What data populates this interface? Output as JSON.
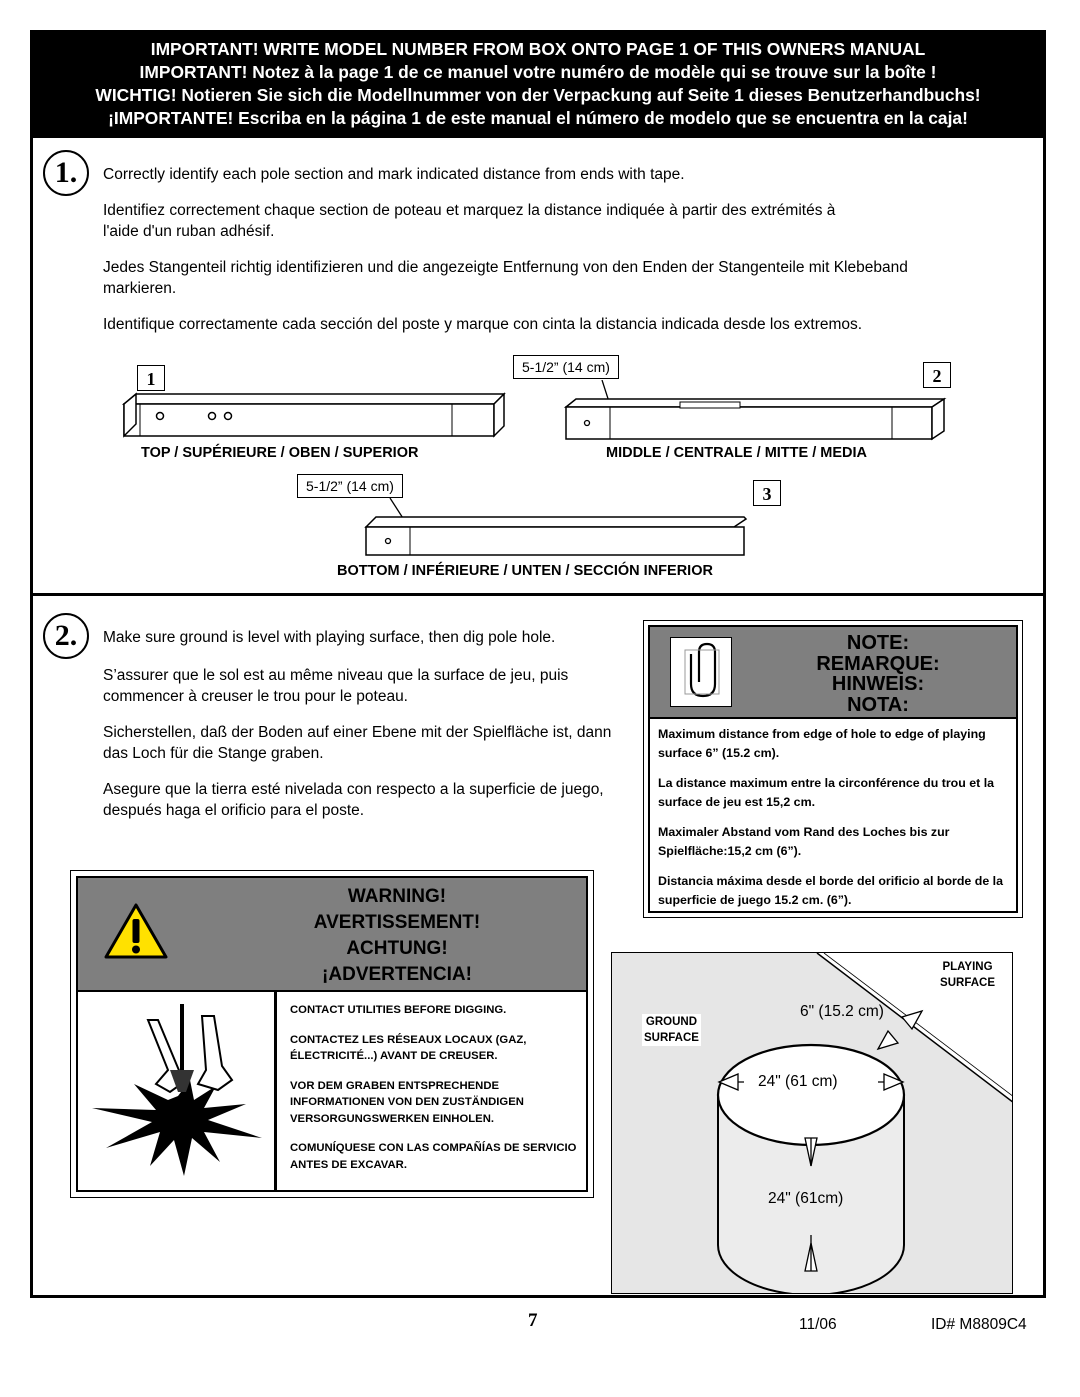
{
  "banner": {
    "lines": [
      "IMPORTANT! WRITE MODEL NUMBER FROM BOX ONTO PAGE 1 OF THIS OWNERS MANUAL",
      "IMPORTANT! Notez à la page 1 de ce manuel votre numéro de modèle qui se trouve sur la boîte !",
      "WICHTIG! Notieren Sie sich die Modellnummer von der Verpackung auf Seite 1 dieses Benutzerhandbuchs!",
      "¡IMPORTANTE! Escriba en la página 1 de este manual el número de modelo que se encuentra en la caja!"
    ]
  },
  "step1": {
    "number": "1.",
    "paragraphs": [
      "Correctly identify each pole section and mark indicated distance from ends with tape.",
      "Identifiez correctement chaque section de poteau et marquez la distance indiquée à partir des extrémités à l'aide d'un ruban adhésif.",
      "Jedes Stangenteil richtig identifizieren und die angezeigte Entfernung von den Enden der Stangenteile mit Klebeband markieren.",
      "Identifique correctamente cada sección del poste y marque con cinta la distancia indicada desde los extremos."
    ],
    "measure_label": "5-1/2” (14 cm)",
    "poles": [
      {
        "number": "1",
        "caption": "TOP / SUPÉRIEURE / OBEN / SUPERIOR"
      },
      {
        "number": "2",
        "caption": "MIDDLE / CENTRALE / MITTE / MEDIA"
      },
      {
        "number": "3",
        "caption": "BOTTOM / INFÉRIEURE / UNTEN / SECCIÓN INFERIOR"
      }
    ]
  },
  "step2": {
    "number": "2.",
    "paragraphs": [
      "Make sure ground is level with playing surface, then dig pole hole.",
      "S’assurer que le sol est au même niveau que la surface de jeu, puis commencer à creuser le trou pour le poteau.",
      "Sicherstellen, daß der Boden auf einer Ebene mit der Spielfläche ist, dann das Loch für die Stange graben.",
      "Asegure que la tierra esté nivelada con respecto a la superficie de juego, después haga el orificio para el poste."
    ]
  },
  "warning": {
    "titles": [
      "WARNING!",
      "AVERTISSEMENT!",
      "ACHTUNG!",
      "¡ADVERTENCIA!"
    ],
    "items": [
      "CONTACT UTILITIES BEFORE DIGGING.",
      "CONTACTEZ LES RÉSEAUX LOCAUX (GAZ, ÉLECTRICITÉ...) AVANT DE CREUSER.",
      "VOR DEM GRABEN ENTSPRECHENDE INFORMATIONEN VON DEN ZUSTÄNDIGEN VERSORGUNGSWERKEN EINHOLEN.",
      "COMUNÍQUESE CON LAS COMPAÑÍAS DE SERVICIO ANTES DE EXCAVAR."
    ]
  },
  "note": {
    "titles": [
      "NOTE:",
      "REMARQUE:",
      "HINWEIS:",
      "NOTA:"
    ],
    "items": [
      "Maximum distance from edge of hole to edge of playing surface 6” (15.2 cm).",
      "La distance maximum entre la circonférence du trou et la surface de jeu est 15,2 cm.",
      "Maximaler Abstand vom Rand des Loches bis zur Spielfläche:15,2 cm (6”).",
      "Distancia máxima desde el borde del orificio al borde de la superficie de juego 15.2 cm. (6”)."
    ]
  },
  "hole_diagram": {
    "playing_surface": [
      "PLAYING",
      "SURFACE"
    ],
    "ground_surface": [
      "GROUND",
      "SURFACE"
    ],
    "distance": "6\" (15.2 cm)",
    "diameter": "24\" (61 cm)",
    "depth": "24\" (61cm)"
  },
  "footer": {
    "page": "7",
    "date": "11/06",
    "id": "ID#  M8809C4"
  },
  "colors": {
    "header_gray": "#7f7f7f",
    "diagram_bg": "#e6e6e6"
  }
}
